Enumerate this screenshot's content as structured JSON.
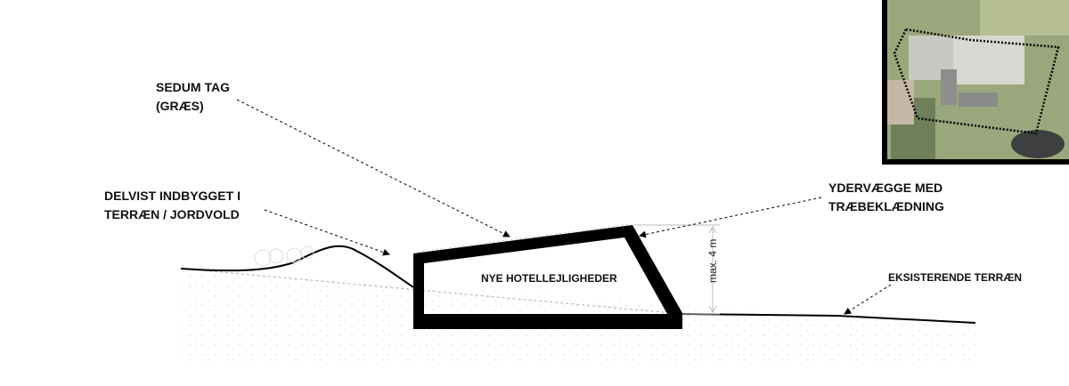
{
  "labels": {
    "roof_line1": "SEDUM TAG",
    "roof_line2": "(GRÆS)",
    "embedded_line1": "DELVIST INDBYGGET I",
    "embedded_line2": "TERRÆN / JORDVOLD",
    "walls_line1": "YDERVÆGGE MED",
    "walls_line2": "TRÆBEKLÆDNING",
    "terrain": "EKSISTERENDE TERRÆN",
    "building": "NYE HOTELLEJLIGHEDER",
    "height": "max. 4 m"
  },
  "colors": {
    "ink": "#000000",
    "dim": "#bbbbbb",
    "map_green": "#8a9a6a"
  }
}
